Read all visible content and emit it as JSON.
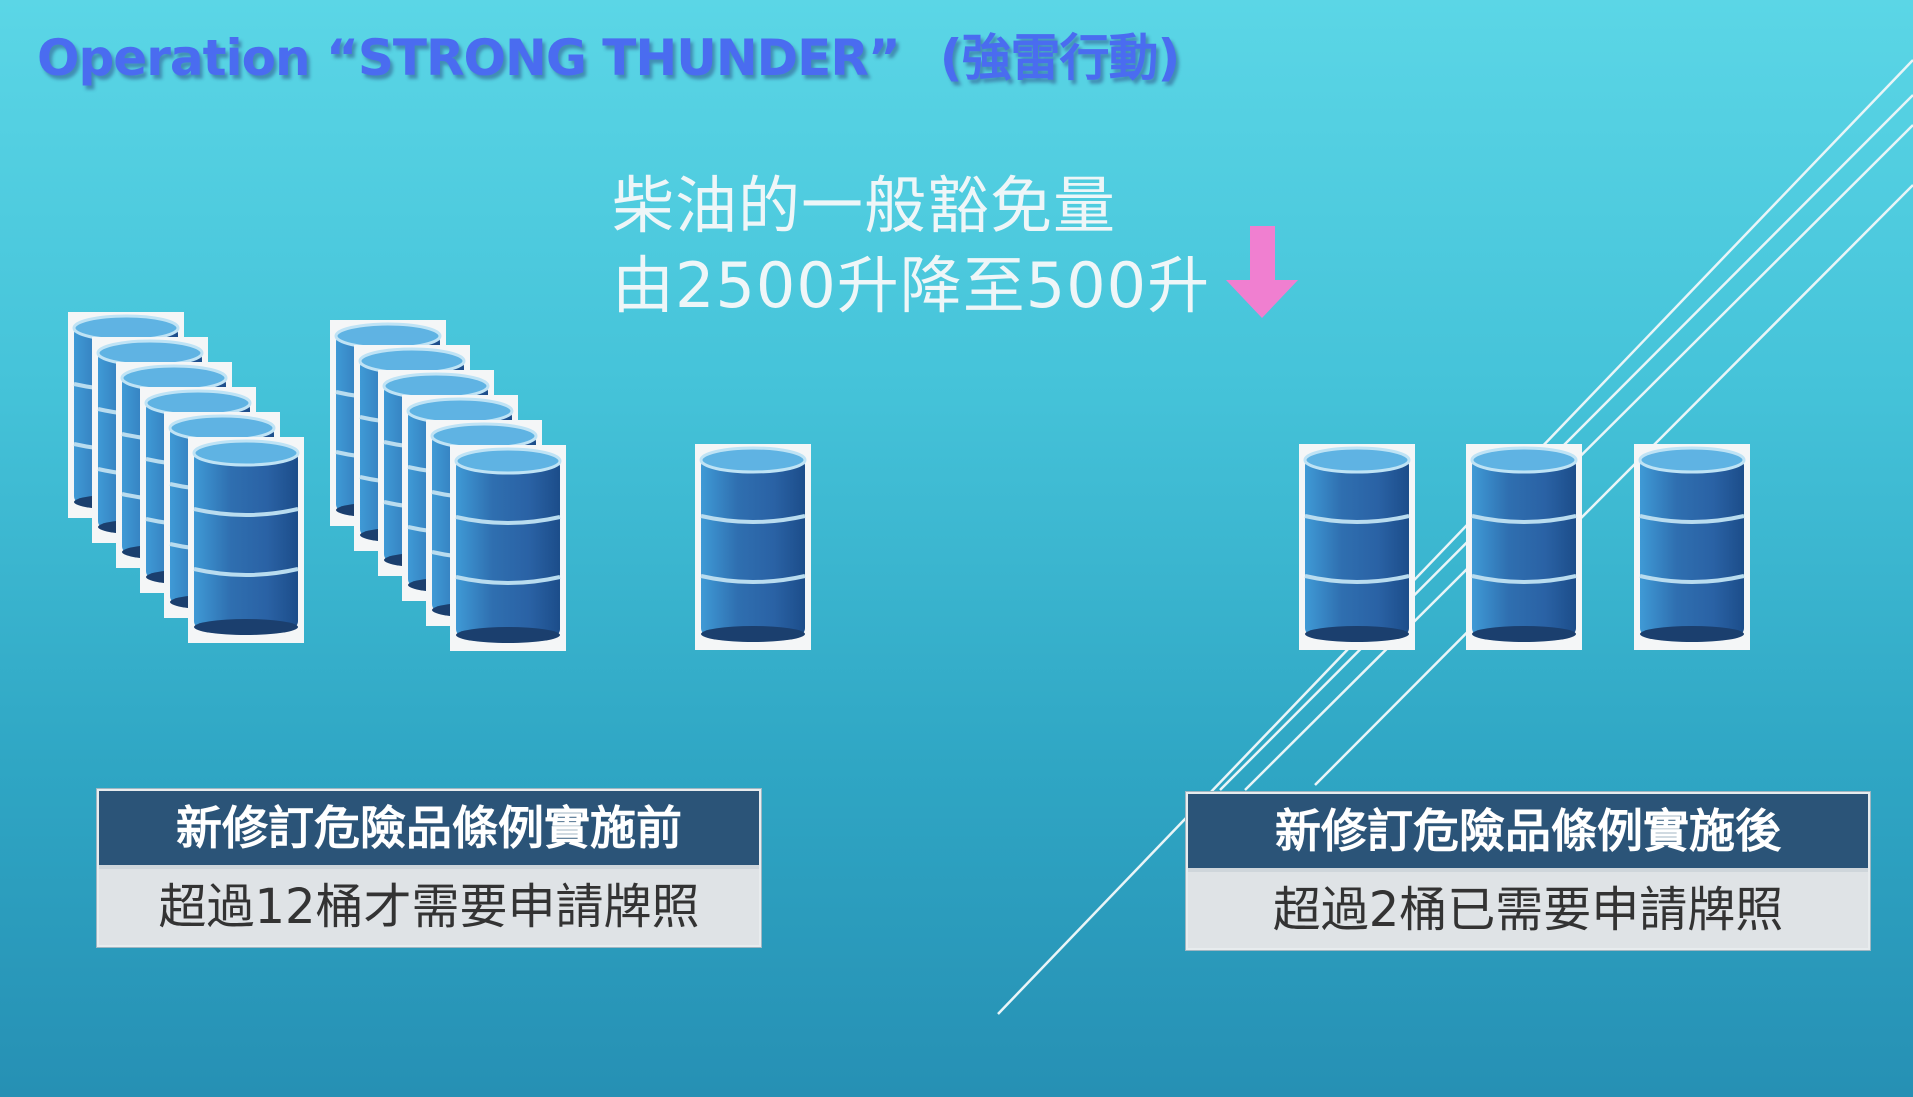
{
  "slide": {
    "title_en": "Operation “STRONG THUNDER”",
    "title_cn": "(強雷行動)",
    "subtitle_line1": "柴油的一般豁免量",
    "subtitle_line2": "由2500升降至500升",
    "arrow_icon": "down-arrow-icon",
    "arrow_color": "#f07fd0",
    "before": {
      "header": "新修訂危險品條例實施前",
      "body": "超過12桶才需要申請牌照"
    },
    "after": {
      "header": "新修訂危險品條例實施後",
      "body": "超過2桶已需要申請牌照"
    },
    "barrel_color": "#2f7fbf"
  }
}
